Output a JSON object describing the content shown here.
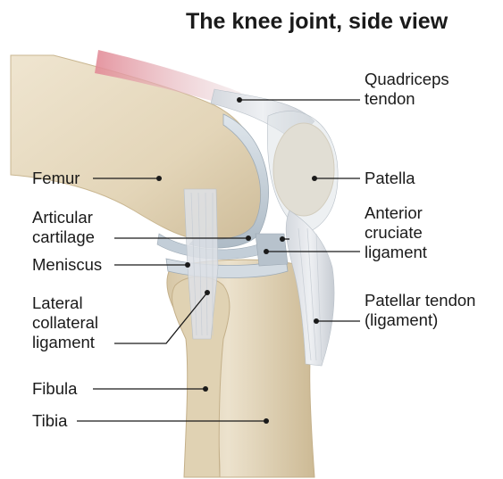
{
  "title": "The knee joint, side view",
  "labels": {
    "quadriceps_tendon": "Quadriceps\ntendon",
    "femur": "Femur",
    "patella": "Patella",
    "articular_cartilage": "Articular\ncartilage",
    "anterior_cruciate_ligament": "Anterior\ncruciate\nligament",
    "meniscus": "Meniscus",
    "patellar_tendon": "Patellar tendon\n(ligament)",
    "lateral_collateral_ligament": "Lateral\ncollateral\nligament",
    "fibula": "Fibula",
    "tibia": "Tibia"
  },
  "colors": {
    "bone": "#e8dcc3",
    "bone_shadow": "#cdbb98",
    "cartilage": "#c9d3dc",
    "ligament": "#d9dde2",
    "muscle": "#e28a96",
    "leader": "#1a1a1a"
  }
}
